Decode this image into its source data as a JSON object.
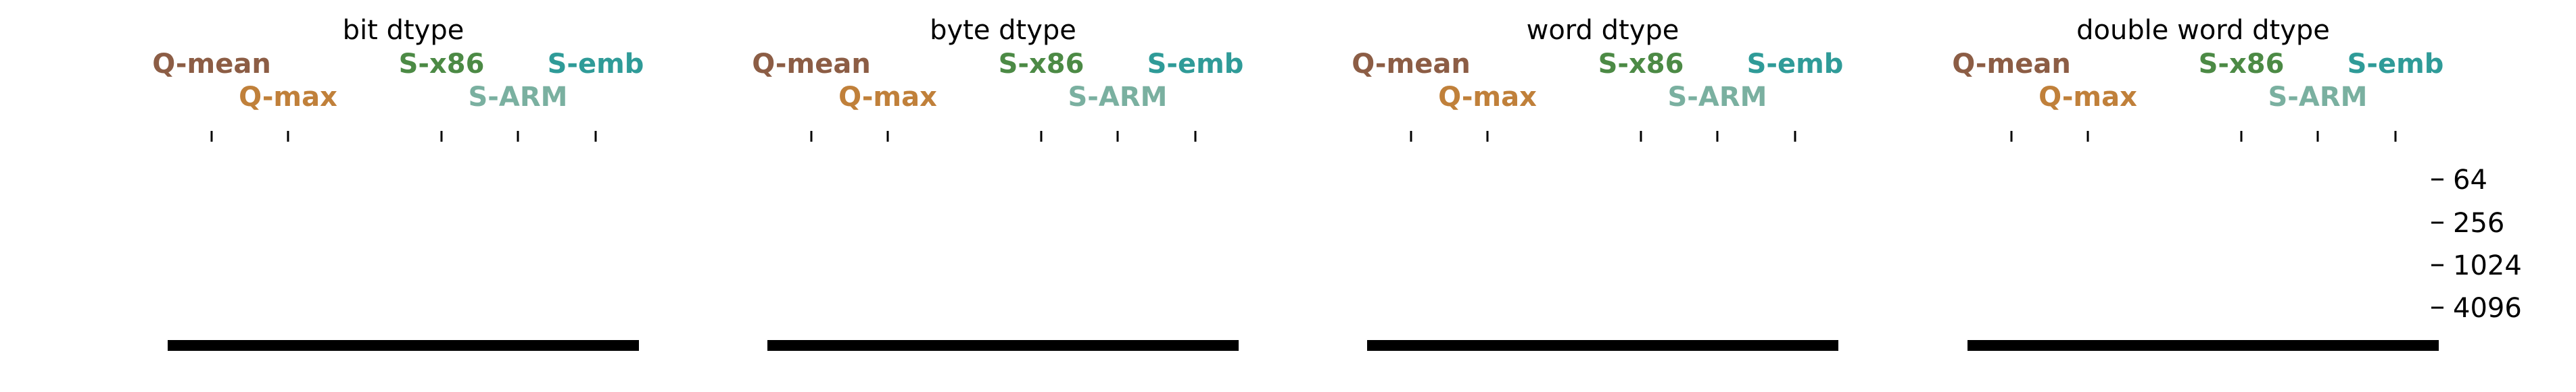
{
  "colors": {
    "q_mean": "#8c5d45",
    "q_max": "#c0803a",
    "s_x86": "#4c8a45",
    "s_arm": "#7ab0a0",
    "s_emb": "#2f9b98",
    "axis": "#000000"
  },
  "chart_data": [
    {
      "type": "bar",
      "title": "bit dtype",
      "categories": [
        "Q-mean",
        "Q-max",
        "S-x86",
        "S-ARM",
        "S-emb"
      ],
      "y_ticks": [
        64,
        256,
        1024,
        4096
      ],
      "y_scale": "log2",
      "values": []
    },
    {
      "type": "bar",
      "title": "byte dtype",
      "categories": [
        "Q-mean",
        "Q-max",
        "S-x86",
        "S-ARM",
        "S-emb"
      ],
      "y_ticks": [
        64,
        256,
        1024,
        4096
      ],
      "y_scale": "log2",
      "values": []
    },
    {
      "type": "bar",
      "title": "word dtype",
      "categories": [
        "Q-mean",
        "Q-max",
        "S-x86",
        "S-ARM",
        "S-emb"
      ],
      "y_ticks": [
        64,
        256,
        1024,
        4096
      ],
      "y_scale": "log2",
      "values": []
    },
    {
      "type": "bar",
      "title": "double word dtype",
      "categories": [
        "Q-mean",
        "Q-max",
        "S-x86",
        "S-ARM",
        "S-emb"
      ],
      "y_ticks": [
        64,
        256,
        1024,
        4096
      ],
      "y_scale": "log2",
      "values": []
    }
  ]
}
